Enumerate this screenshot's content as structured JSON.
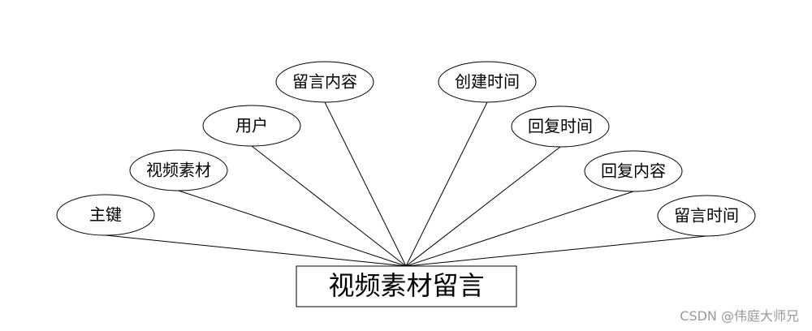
{
  "diagram": {
    "type": "er-entity-attributes",
    "entity": {
      "label": "视频素材留言"
    },
    "attributes": [
      {
        "label": "主键"
      },
      {
        "label": "视频素材"
      },
      {
        "label": "用户"
      },
      {
        "label": "留言内容"
      },
      {
        "label": "创建时间"
      },
      {
        "label": "回复时间"
      },
      {
        "label": "回复内容"
      },
      {
        "label": "留言时间"
      }
    ]
  },
  "watermark": "CSDN @伟庭大师兄"
}
